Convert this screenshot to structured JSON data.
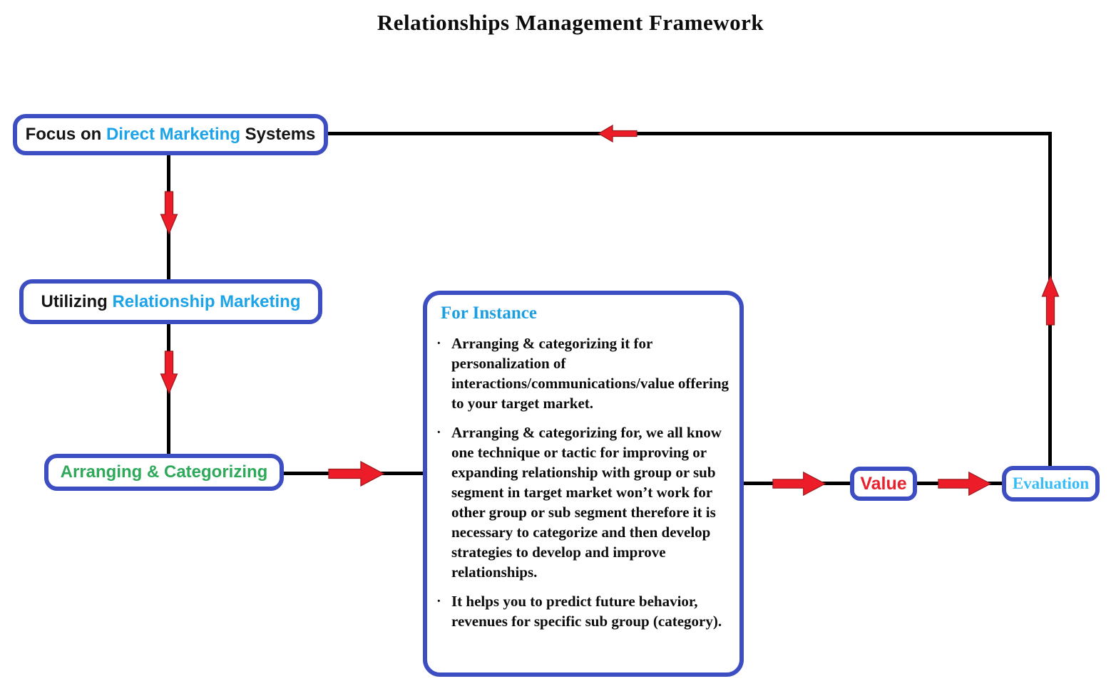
{
  "title": "Relationships Management Framework",
  "boxes": {
    "focus": {
      "part1": "Focus on ",
      "highlight": "Direct Marketing",
      "part2": " Systems"
    },
    "utilizing": {
      "part1": "Utilizing ",
      "highlight": "Relationship Marketing"
    },
    "arranging": {
      "label": "Arranging & Categorizing"
    },
    "for_instance": {
      "heading": "For Instance",
      "bullet_marker": "·",
      "bullets": [
        "Arranging & categorizing it for personalization of interactions/communications/value offering to your target market.",
        "Arranging & categorizing for, we all know one technique or tactic for improving or expanding relationship with group or sub segment in target market won’t work for other group or sub segment therefore it is necessary to categorize and then develop strategies to develop and improve relationships.",
        "It helps you to predict future behavior, revenues for specific sub group (category)."
      ]
    },
    "value": {
      "label": "Value"
    },
    "evaluation": {
      "label": "Evaluation"
    }
  },
  "colors": {
    "box_border": "#3d4ec2",
    "accent_cyan": "#1ca3e8",
    "evaluation_cyan": "#38bcf5",
    "green": "#2ea859",
    "red_arrow": "#ed1c29",
    "red_text": "#e8212e",
    "line": "#000000"
  }
}
